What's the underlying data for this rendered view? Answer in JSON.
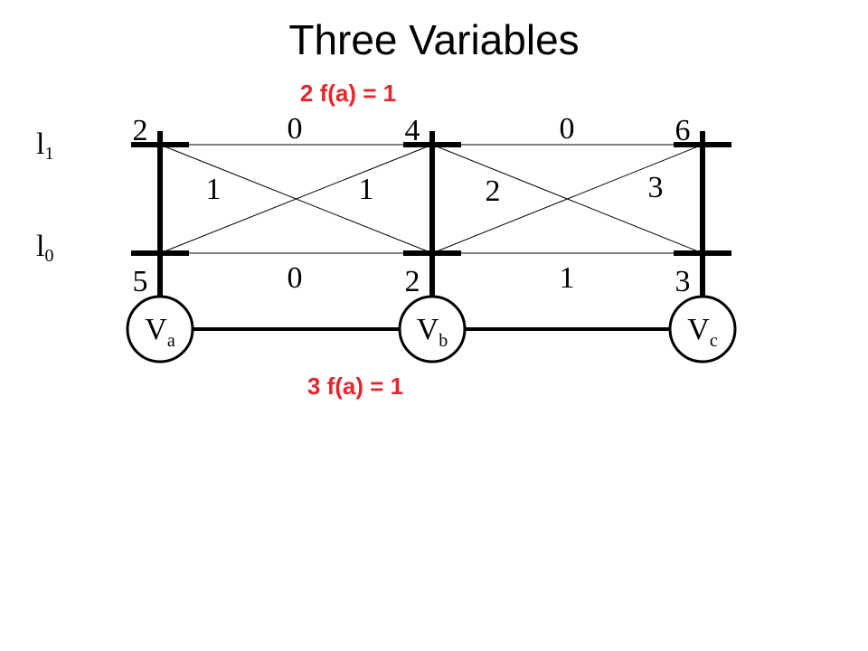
{
  "title": "Three Variables",
  "top_annotation": "2 f(a) = 1",
  "bottom_annotation": "3 f(a) = 1",
  "annotation_color": "#e8252b",
  "labels": {
    "l1": {
      "base": "l",
      "sub": "1"
    },
    "l0": {
      "base": "l",
      "sub": "0"
    }
  },
  "variables": [
    {
      "base": "V",
      "sub": "a"
    },
    {
      "base": "V",
      "sub": "b"
    },
    {
      "base": "V",
      "sub": "c"
    }
  ],
  "unary_costs": {
    "a": {
      "l1": "2",
      "l0": "5"
    },
    "b": {
      "l1": "4",
      "l0": "2"
    },
    "c": {
      "l1": "6",
      "l0": "3"
    }
  },
  "pairwise_ab": {
    "top": "0",
    "bottom": "0",
    "cross_left": "1",
    "cross_right": "1"
  },
  "pairwise_bc": {
    "top": "0",
    "bottom": "1",
    "cross_left": "2",
    "cross_right": "3"
  }
}
